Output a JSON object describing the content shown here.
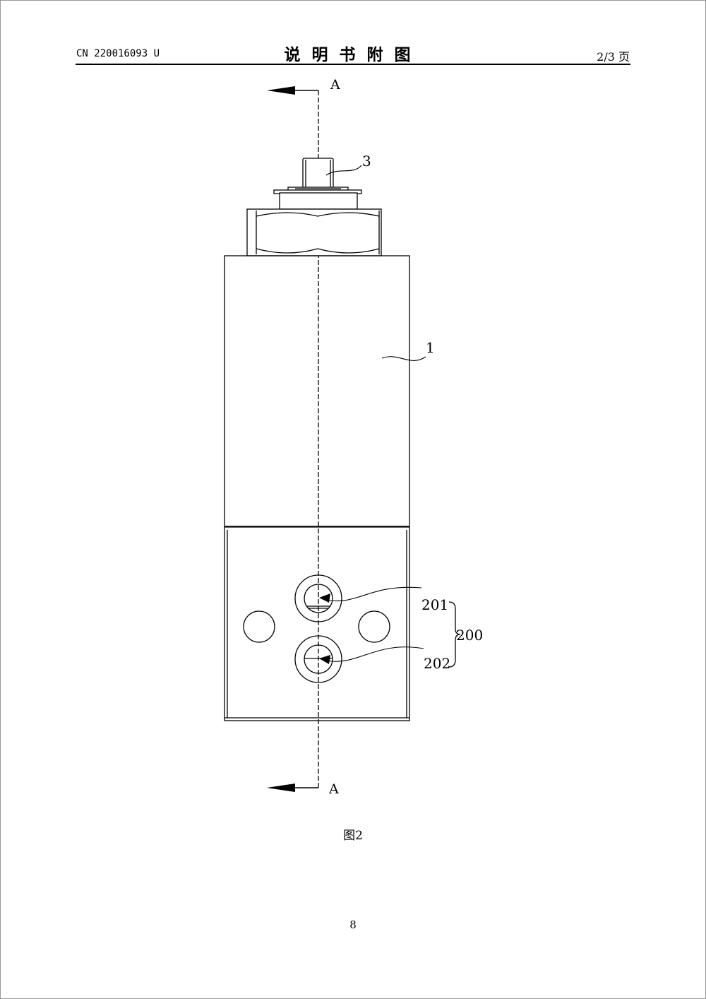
{
  "header": {
    "patent_number": "CN 220016093 U",
    "title": "说明书附图",
    "page_indicator": "2/3 页"
  },
  "figure": {
    "section_marker_top": "A",
    "section_marker_bottom": "A",
    "labels": {
      "part_3": "3",
      "part_1": "1",
      "part_201": "201",
      "part_202": "202",
      "part_200": "200"
    },
    "caption": "图2"
  },
  "footer": {
    "page_number": "8"
  }
}
